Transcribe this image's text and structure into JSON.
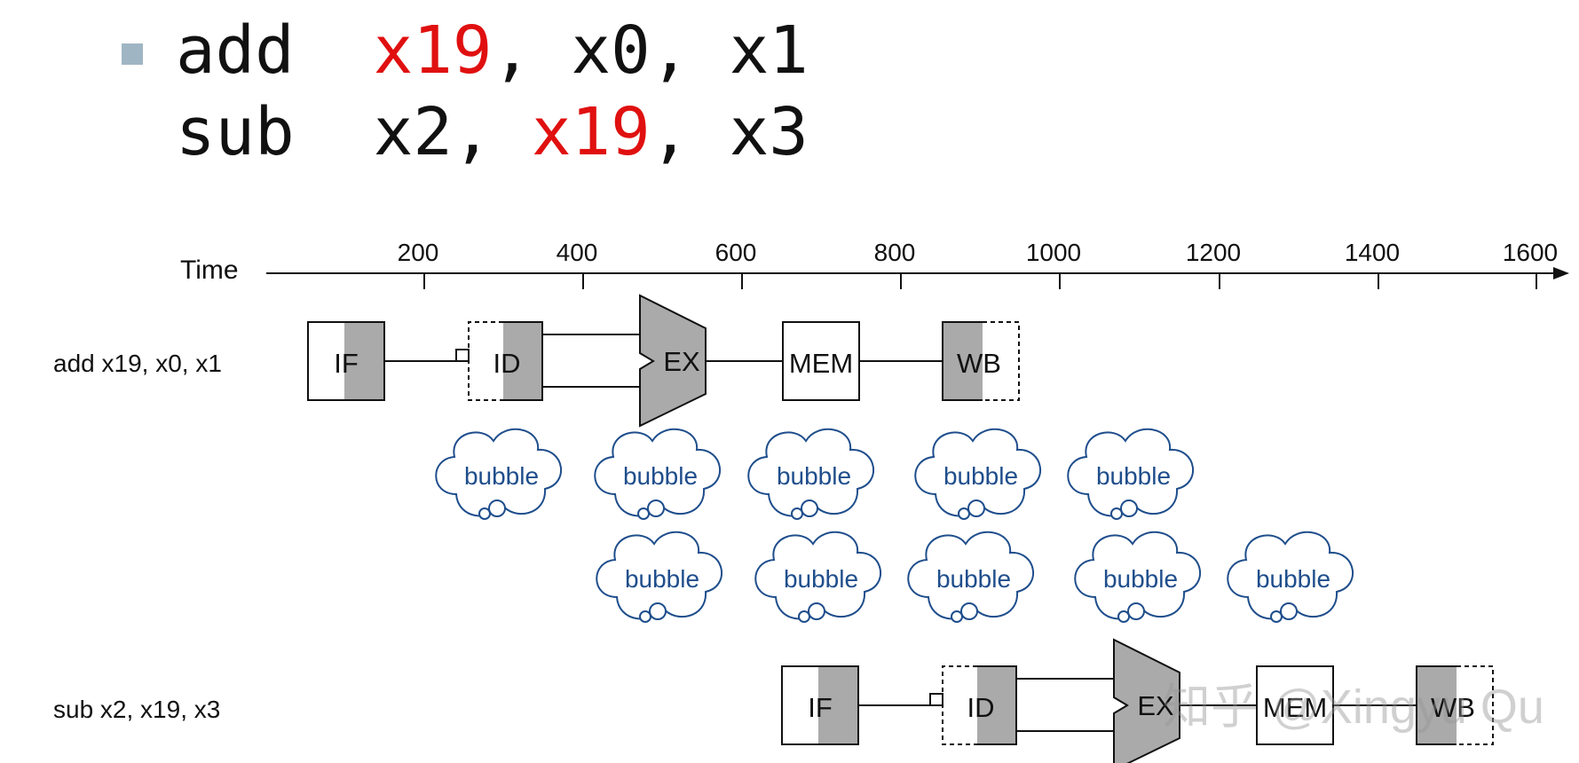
{
  "code": {
    "line1": {
      "op": "add",
      "rd": "x19",
      "sep1": ", ",
      "rs1": "x0",
      "sep2": ", ",
      "rs2": "x1"
    },
    "line2": {
      "op": "sub",
      "rd": "x2",
      "sep1": ", ",
      "rs1": "x19",
      "sep2": ", ",
      "rs2": "x3"
    },
    "highlight_color": "#e01010"
  },
  "timeline": {
    "label": "Time",
    "ticks": [
      "200",
      "400",
      "600",
      "800",
      "1000",
      "1200",
      "1400",
      "1600"
    ]
  },
  "rows": [
    {
      "label": "add x19, x0, x1",
      "stages": [
        "IF",
        "ID",
        "EX",
        "MEM",
        "WB"
      ]
    },
    {
      "label": "sub x2, x19, x3",
      "stages": [
        "IF",
        "ID",
        "EX",
        "MEM",
        "WB"
      ]
    }
  ],
  "bubble_label": "bubble",
  "bubble_rows": [
    5,
    5
  ],
  "colors": {
    "stage_fill": "#aaaaab",
    "bubble": "#1f4e8c",
    "bullet": "#9fb5c4"
  },
  "watermark": "知乎 @Xingyu Qu"
}
